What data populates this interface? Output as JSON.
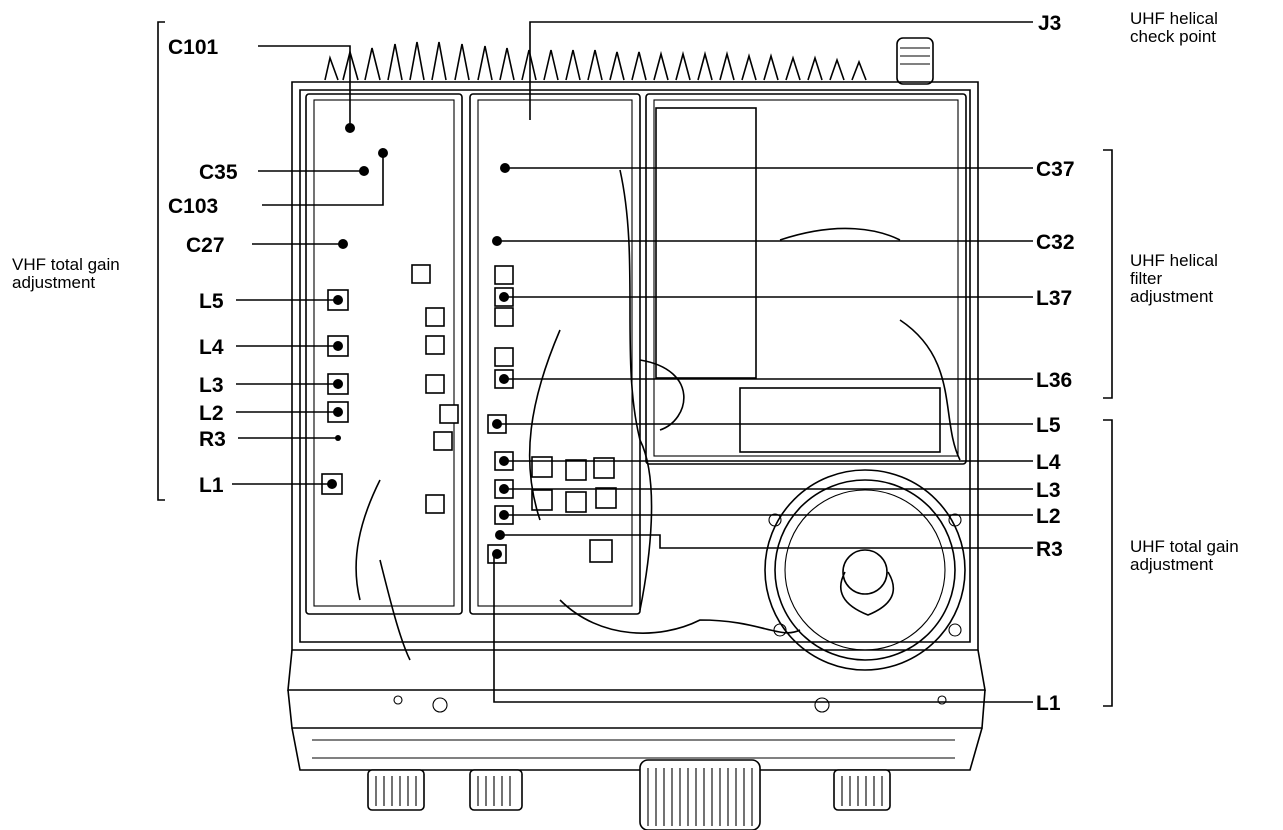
{
  "left_labels": {
    "c101": "C101",
    "c35": "C35",
    "c103": "C103",
    "c27": "C27",
    "l5": "L5",
    "l4": "L4",
    "l3": "L3",
    "l2": "L2",
    "r3": "R3",
    "l1": "L1"
  },
  "right_labels": {
    "j3": "J3",
    "c37": "C37",
    "c32": "C32",
    "l37": "L37",
    "l36": "L36",
    "l5": "L5",
    "l4": "L4",
    "l3": "L3",
    "l2": "L2",
    "r3": "R3",
    "l1": "L1"
  },
  "groups": {
    "vhf_total_gain": [
      "VHF total gain",
      "adjustment"
    ],
    "uhf_helical_check": [
      "UHF helical",
      "check point"
    ],
    "uhf_helical_filter": [
      "UHF helical",
      "filter",
      "adjustment"
    ],
    "uhf_total_gain": [
      "UHF total gain",
      "adjustment"
    ]
  }
}
